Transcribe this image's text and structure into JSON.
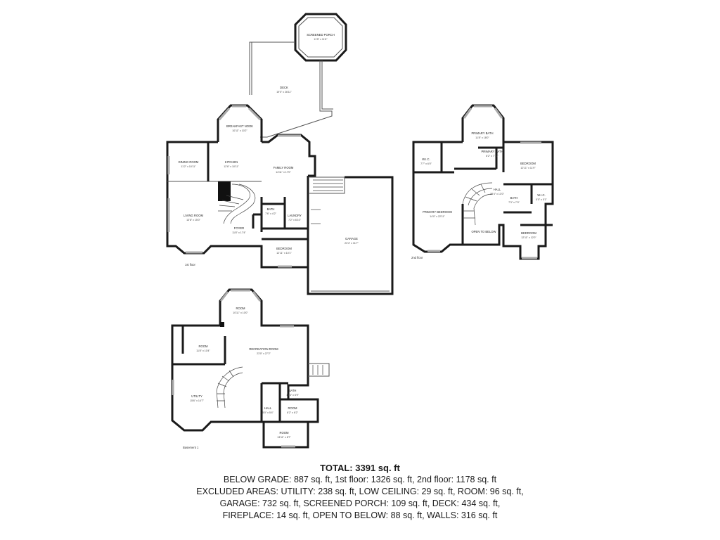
{
  "floors": {
    "first": {
      "label": "1st floor",
      "rooms": {
        "screened_porch": {
          "name": "SCREENED PORCH",
          "dim": "11'5\" x 11'6\""
        },
        "deck": {
          "name": "DECK",
          "dim": "19'0\" x 26'11\""
        },
        "breakfast_nook": {
          "name": "BREAKFAST NOOK",
          "dim": "10'11\" x 10'2\""
        },
        "dining_room": {
          "name": "DINING ROOM",
          "dim": "11'2\" x 10'11\""
        },
        "kitchen": {
          "name": "KITCHEN",
          "dim": "12'6\" x 10'11\""
        },
        "family_room": {
          "name": "FAMILY ROOM",
          "dim": "14'11\" x 17'0\""
        },
        "living_room": {
          "name": "LIVING ROOM",
          "dim": "13'8\" x 15'0\""
        },
        "bath": {
          "name": "BATH",
          "dim": "7'6\" x 4'2\""
        },
        "laundry": {
          "name": "LAUNDRY",
          "dim": "7'2\" x 6'10\""
        },
        "foyer": {
          "name": "FOYER",
          "dim": "11'8\" x 17'4\""
        },
        "bedroom": {
          "name": "BEDROOM",
          "dim": "12'11\" x 10'1\""
        },
        "garage": {
          "name": "GARAGE",
          "dim": "23'4\" x 31'7\""
        }
      }
    },
    "second": {
      "label": "2nd floor",
      "rooms": {
        "primary_bath": {
          "name": "PRIMARY BATH",
          "dim": "11'8\" x 18'0\""
        },
        "wic_1": {
          "name": "W.I.C.",
          "dim": "7'7\" x 6'0\""
        },
        "primary_bath_2": {
          "name": "PRIMARY BATH",
          "dim": "6'2\" x 7'10\""
        },
        "bedroom_1": {
          "name": "BEDROOM",
          "dim": "12'11\" x 11'9\""
        },
        "hall": {
          "name": "HALL",
          "dim": "23'4\" x 13'0\""
        },
        "bath": {
          "name": "BATH",
          "dim": "7'3\" x 7'9\""
        },
        "wic_2": {
          "name": "W.I.C.",
          "dim": "5'0\" x 5'1\""
        },
        "primary_bedroom": {
          "name": "PRIMARY BEDROOM",
          "dim": "14'0\" x 22'11\""
        },
        "open_to_below": {
          "name": "OPEN TO BELOW",
          "dim": ""
        },
        "bedroom_2": {
          "name": "BEDROOM",
          "dim": "12'11\" x 12'0\""
        }
      }
    },
    "basement": {
      "label": "Basement 1",
      "rooms": {
        "room_top": {
          "name": "ROOM",
          "dim": "10'11\" x 10'0\""
        },
        "room_left": {
          "name": "ROOM",
          "dim": "11'8\" x 10'4\""
        },
        "recreation_room": {
          "name": "RECREATION ROOM",
          "dim": "23'0\" x 27'2\""
        },
        "utility": {
          "name": "UTILITY",
          "dim": "15'6\" x 14'7\""
        },
        "bath": {
          "name": "BATH",
          "dim": "13'4\" x 5'9\""
        },
        "hall": {
          "name": "HALL",
          "dim": "5'0\" x 5'4\""
        },
        "room_small": {
          "name": "ROOM",
          "dim": "8'2\" x 6'2\""
        },
        "room_bottom": {
          "name": "ROOM",
          "dim": "13'11\" x 8'7\""
        }
      }
    }
  },
  "summary": {
    "total": "TOTAL: 3391 sq. ft",
    "line1": "BELOW GRADE: 887 sq. ft, 1st floor: 1326 sq. ft, 2nd floor: 1178 sq. ft",
    "line2": "EXCLUDED AREAS: UTILITY: 238 sq. ft, LOW CEILING: 29 sq. ft, ROOM: 96 sq. ft,",
    "line3": "GARAGE: 732 sq. ft, SCREENED PORCH: 109 sq. ft, DECK: 434 sq. ft,",
    "line4": "FIREPLACE: 14 sq. ft, OPEN TO BELOW: 88 sq. ft, WALLS: 316 sq. ft"
  }
}
